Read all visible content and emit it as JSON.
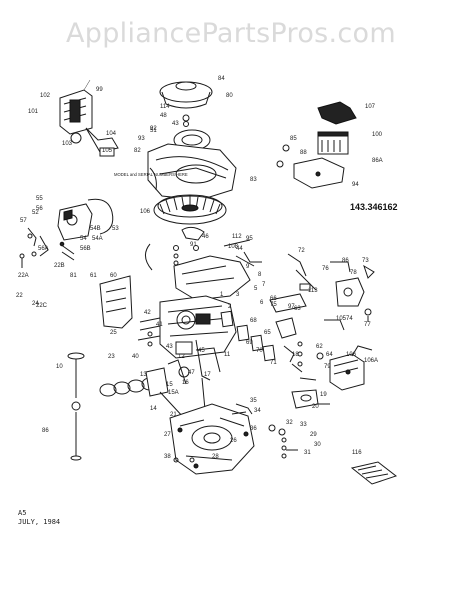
{
  "watermark": "AppliancePartsPros.com",
  "model_number": "143.346162",
  "note": "MODEL and SERIAL NUMBERS HERE",
  "footer": {
    "sheet": "A5",
    "date": "JULY, 1984"
  },
  "part_labels": [
    "99",
    "102",
    "101",
    "103",
    "104",
    "105",
    "92",
    "93",
    "82",
    "83",
    "84",
    "80",
    "114",
    "48",
    "43",
    "51",
    "107",
    "100",
    "85",
    "88",
    "86A",
    "94",
    "86",
    "91",
    "46",
    "112",
    "108",
    "106",
    "95",
    "44",
    "72",
    "73",
    "78",
    "97",
    "113",
    "76",
    "77",
    "74",
    "75",
    "64",
    "79",
    "68",
    "70",
    "71",
    "69",
    "65",
    "66",
    "63",
    "62",
    "60",
    "61",
    "81",
    "22",
    "24",
    "22C",
    "22A",
    "22B",
    "55",
    "56",
    "56A",
    "56B",
    "54",
    "54A",
    "54B",
    "53",
    "52",
    "57",
    "25",
    "23",
    "40",
    "41",
    "42",
    "43",
    "45",
    "47",
    "11",
    "12",
    "13",
    "14",
    "15",
    "15A",
    "16",
    "17",
    "18",
    "19",
    "20",
    "21",
    "26",
    "27",
    "28",
    "29",
    "30",
    "31",
    "32",
    "33",
    "34",
    "35",
    "36",
    "38",
    "10",
    "86",
    "105",
    "106",
    "106A",
    "116",
    "2",
    "3",
    "1",
    "5",
    "6",
    "7",
    "8",
    "9"
  ]
}
